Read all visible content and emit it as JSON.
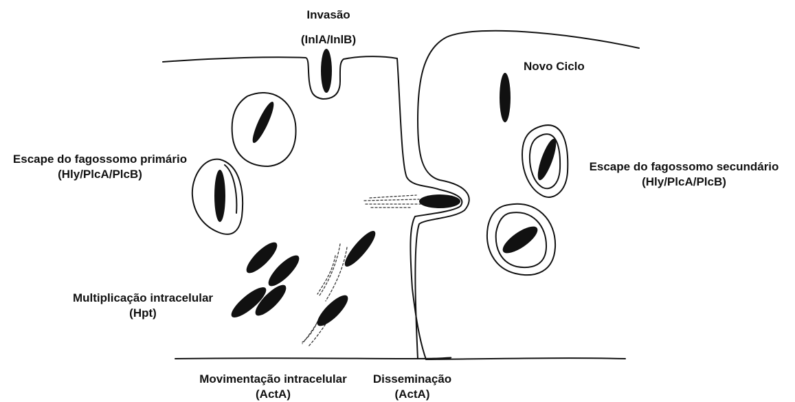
{
  "labels": {
    "invasion": {
      "title": "Invasão",
      "proteins": "(InlA/InlB)"
    },
    "new_cycle": {
      "title": "Novo Ciclo"
    },
    "primary_escape": {
      "title": "Escape do fagossomo primário",
      "proteins": "(Hly/PlcA/PlcB)"
    },
    "secondary_escape": {
      "title": "Escape do fagossomo secundário",
      "proteins": "(Hly/PlcA/PlcB)"
    },
    "multiplication": {
      "title": "Multiplicação intracelular",
      "proteins": "(Hpt)"
    },
    "movement": {
      "title": "Movimentação intracelular",
      "proteins": "(ActA)"
    },
    "dissemination": {
      "title": "Disseminação",
      "proteins": "(ActA)"
    }
  },
  "colors": {
    "stroke": "#111111",
    "bacterium": "#111111",
    "background": "#ffffff"
  }
}
